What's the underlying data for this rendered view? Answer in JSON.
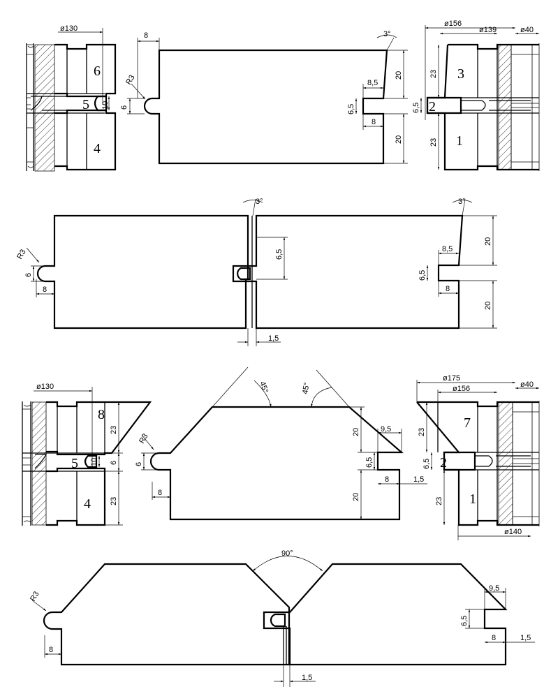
{
  "dims": {
    "d130": "ø130",
    "d156": "ø156",
    "d139": "ø139",
    "d40": "ø40",
    "d175": "ø175",
    "d140": "ø140",
    "r3": "R3",
    "v8": "8",
    "v6": "6",
    "v10": "10",
    "v20": "20",
    "v23": "23",
    "v6_5": "6,5",
    "v8_5": "8,5",
    "v9_5": "9,5",
    "v1_5": "1,5",
    "a3": "3°",
    "a45": "45°",
    "a90": "90°"
  },
  "parts": {
    "p1": "1",
    "p2": "2",
    "p3": "3",
    "p4": "4",
    "p5": "5",
    "p6": "6",
    "p7": "7",
    "p8": "8"
  }
}
